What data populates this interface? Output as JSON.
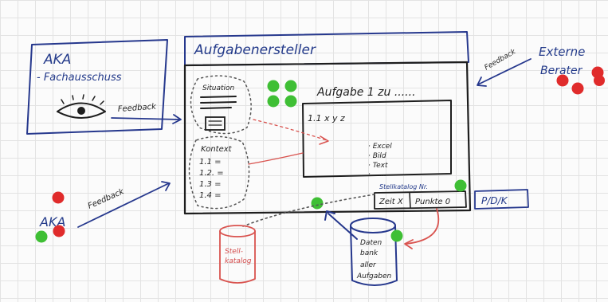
{
  "aka_box": {
    "title": "AKA",
    "subtitle": "- Fachausschuss"
  },
  "feedback_labels": {
    "from_aka_box": "Feedback",
    "from_aka_group": "Feedback",
    "from_experts": "Feedback"
  },
  "main_window": {
    "title": "Aufgabenersteller"
  },
  "situation_panel": {
    "label": "Situation"
  },
  "kontext_panel": {
    "title": "Kontext",
    "items": [
      "1.1 =",
      "1.2. =",
      "1.3 =",
      "1.4 ="
    ]
  },
  "task_panel": {
    "title": "Aufgabe 1 zu ......",
    "item": "1.1 x y z",
    "bullets": [
      "· Excel",
      "· Bild",
      "· Text",
      "· ......"
    ]
  },
  "status_bar": {
    "catalog_label": "Stellkatalog Nr.",
    "zeit": "Zeit X",
    "punkte": "Punkte 0",
    "pdk": "P/D/K"
  },
  "experts": {
    "title": "Externe",
    "subtitle": "Berater"
  },
  "aka_group": {
    "label": "AKA"
  },
  "catalog_cylinder": {
    "lines": [
      "Stell-",
      "katalog"
    ]
  },
  "databank_cylinder": {
    "lines": [
      "Daten",
      "bank",
      "aller",
      "Aufgaben"
    ]
  },
  "colors": {
    "ink_blue": "#233a8a",
    "ink_dark": "#1e1e1e",
    "marker_red": "#d9534f",
    "dot_green": "#3fbf35",
    "dot_red": "#e02b2b",
    "grid": "#e3e3e3"
  }
}
